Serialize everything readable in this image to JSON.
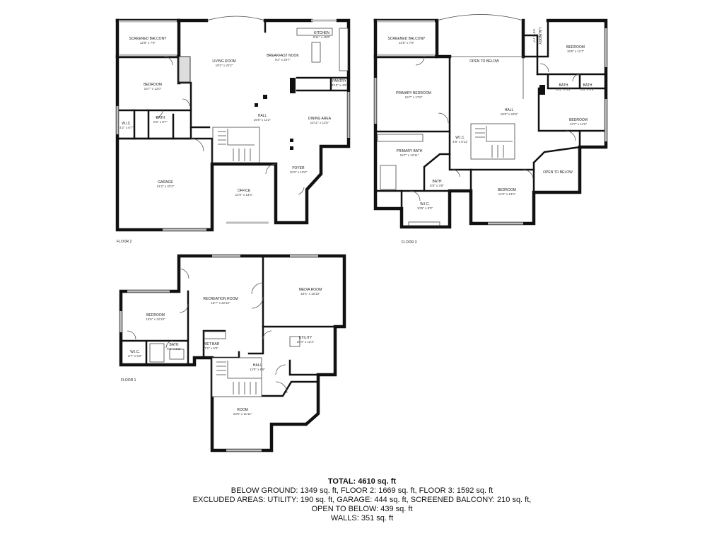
{
  "floors": [
    {
      "label": "FLOOR 2",
      "rooms": [
        {
          "name": "SCREENED BALCONY",
          "dim": "12'6\" x 7'9\""
        },
        {
          "name": "BEDROOM",
          "dim": "16'7\" x 12'0\""
        },
        {
          "name": "W.I.C.",
          "dim": "4'2\" x 6'7\""
        },
        {
          "name": "BATH",
          "dim": "8'2\" x 8'7\""
        },
        {
          "name": "GARAGE",
          "dim": "21'2\" x 23'3\""
        },
        {
          "name": "LIVING ROOM",
          "dim": "19'2\" x 22'2\""
        },
        {
          "name": "BREAKFAST NOOK",
          "dim": "9'2\" x 20'7\""
        },
        {
          "name": "KITCHEN",
          "dim": "9'11\" x 15'9\""
        },
        {
          "name": "PANTRY",
          "dim": "3'10\" x 4'5\""
        },
        {
          "name": "HALL",
          "dim": "26'9\" x 11'2\""
        },
        {
          "name": "DINING AREA",
          "dim": "12'11\" x 12'6\""
        },
        {
          "name": "FOYER",
          "dim": "10'0\" x 10'0\""
        },
        {
          "name": "OFFICE",
          "dim": "14'0\" x 13'4\""
        }
      ]
    },
    {
      "label": "FLOOR 3",
      "rooms": [
        {
          "name": "SCREENED BALCONY",
          "dim": "12'6\" x 7'8\""
        },
        {
          "name": "OPEN TO BELOW",
          "dim": ""
        },
        {
          "name": "LAUNDRY",
          "dim": "5'8\" x 7'7\""
        },
        {
          "name": "BEDROOM",
          "dim": "15'5\" x 11'7\""
        },
        {
          "name": "PRIMARY BEDROOM",
          "dim": "16'7\" x 17'6\""
        },
        {
          "name": "HALL",
          "dim": "18'8\" x 22'8\""
        },
        {
          "name": "BATH",
          "dim": "6'11\" x 4'5\""
        },
        {
          "name": "BATH",
          "dim": "5'5\" x 4'9\""
        },
        {
          "name": "BEDROOM",
          "dim": "12'7\" x 11'6\""
        },
        {
          "name": "W.I.C.",
          "dim": "4'8\" x 6'11\""
        },
        {
          "name": "PRIMARY BATH",
          "dim": "16'7\" x 12'11\""
        },
        {
          "name": "BATH",
          "dim": "5'8\" x 3'8\""
        },
        {
          "name": "W.I.C.",
          "dim": "10'5\" x 8'0\""
        },
        {
          "name": "OPEN TO BELOW",
          "dim": ""
        },
        {
          "name": "BEDROOM",
          "dim": "14'0\" x 13'4\""
        }
      ]
    },
    {
      "label": "FLOOR 1",
      "rooms": [
        {
          "name": "RECREATION ROOM",
          "dim": "16'7\" x 22'10\""
        },
        {
          "name": "MEDIA ROOM",
          "dim": "18'4\" x 15'10\""
        },
        {
          "name": "BEDROOM",
          "dim": "15'6\" x 12'10\""
        },
        {
          "name": "W.I.C.",
          "dim": "6'7\" x 5'2\""
        },
        {
          "name": "BATH",
          "dim": "8'6\" x 5'2\""
        },
        {
          "name": "WET BAR",
          "dim": "7'2\" x 6'0\""
        },
        {
          "name": "UTILITY",
          "dim": "18'4\" x 12'4\""
        },
        {
          "name": "HALL",
          "dim": "13'8\" x 8'6\""
        },
        {
          "name": "ROOM",
          "dim": "23'6\" x 11'11\""
        }
      ]
    }
  ],
  "totals": {
    "total": "TOTAL: 4610 sq. ft",
    "line1": "BELOW GROUND: 1349 sq. ft, FLOOR 2: 1669 sq. ft, FLOOR 3: 1592 sq. ft",
    "line2": "EXCLUDED AREAS: UTILITY: 190 sq. ft, GARAGE: 444 sq. ft, SCREENED BALCONY: 210 sq. ft,",
    "line3": "OPEN TO BELOW: 439 sq. ft",
    "line4": "WALLS: 351 sq. ft"
  }
}
